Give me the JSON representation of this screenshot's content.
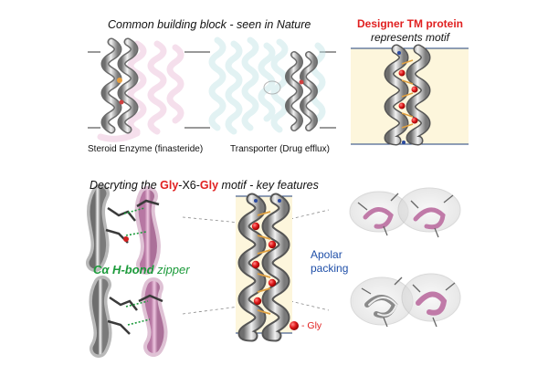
{
  "top_title": "Common building block - seen in Nature",
  "designer": {
    "title": "Designer TM protein",
    "subtitle": "represents motif"
  },
  "labels": {
    "steroid": "Steroid Enzyme (finasteride)",
    "transporter": "Transporter (Drug efflux)"
  },
  "decrypt": {
    "prefix": "Decryting the ",
    "gly1": "Gly",
    "mid": "-X6-",
    "gly2": "Gly",
    "suffix": " motif - key features"
  },
  "zipper": {
    "bold": "Cα H-bond",
    "rest": " zipper"
  },
  "apolar": {
    "line1": "Apolar",
    "line2": "packing"
  },
  "gly_legend": "- Gly",
  "colors": {
    "red": "#e02020",
    "green": "#1b9a3a",
    "blue": "#1f4fa8",
    "membrane": "#fdf6dc"
  }
}
